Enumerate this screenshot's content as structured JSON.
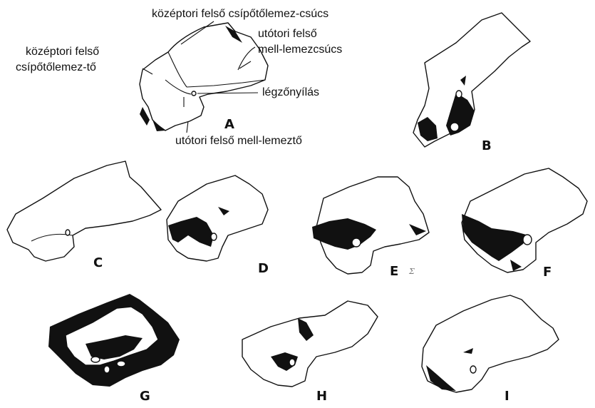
{
  "labels": {
    "middle_tip": "középtori felső csípőtőlemez-csúcs",
    "rear_tip_line1": "utótori felső",
    "rear_tip_line2": "mell-lemezcsúcs",
    "middle_base_line1": "középtori felső",
    "middle_base_line2": "csípőtőlemez-tő",
    "spiracle": "légzőnyílás",
    "rear_base": "utótori felső mell-lemeztő"
  },
  "panels": {
    "A": "A",
    "B": "B",
    "C": "C",
    "D": "D",
    "E": "E",
    "F": "F",
    "G": "G",
    "H": "H",
    "I": "I"
  },
  "small_mark": "Σ"
}
